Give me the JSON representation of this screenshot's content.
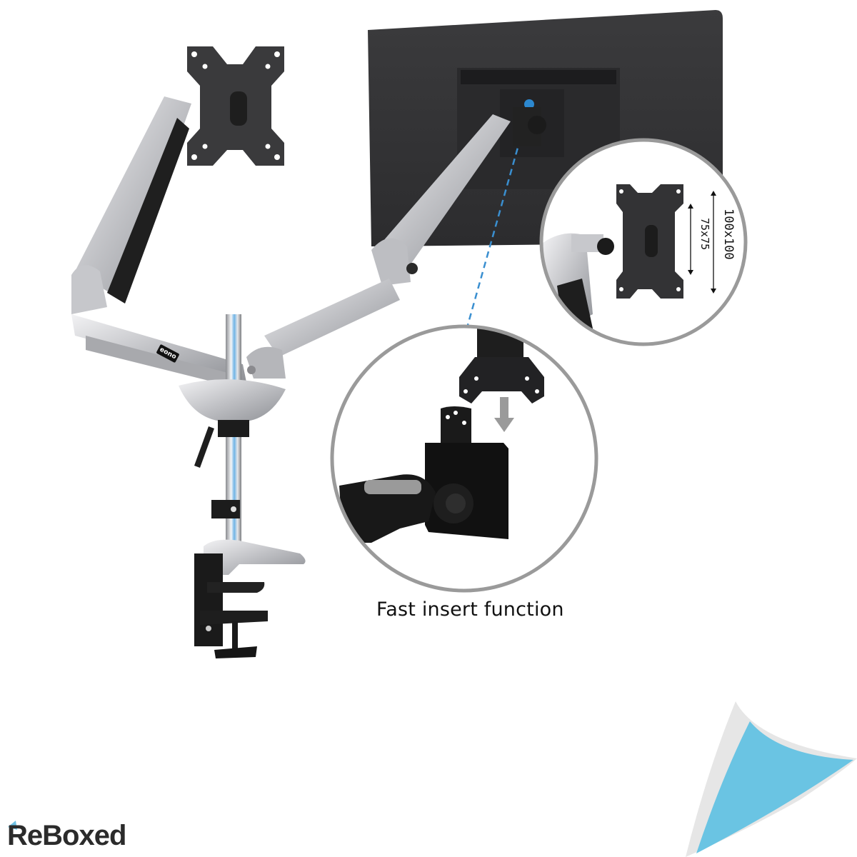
{
  "image": {
    "subject": "dual monitor arm desk mount with gas-spring arms",
    "background_color": "#ffffff"
  },
  "product": {
    "brand_badge": "eono",
    "arms": 2,
    "finish_color": "#c8c8cc",
    "plate_color": "#3a3a3a"
  },
  "callouts": {
    "vesa_detail": {
      "dimension_large": "100x100",
      "dimension_small": "75x75"
    },
    "quick_release": {
      "caption": "Fast insert function",
      "arrow_direction": "down"
    },
    "leader_line_color": "#3a8fd0",
    "circle_border_color": "#9a9a9a"
  },
  "watermark": {
    "logo_text": "ReBoxed",
    "logo_accent_color": "#6ec1e4",
    "corner_curl_color": "#6ac4e3",
    "corner_curl_back_color": "#e6e6e6"
  }
}
